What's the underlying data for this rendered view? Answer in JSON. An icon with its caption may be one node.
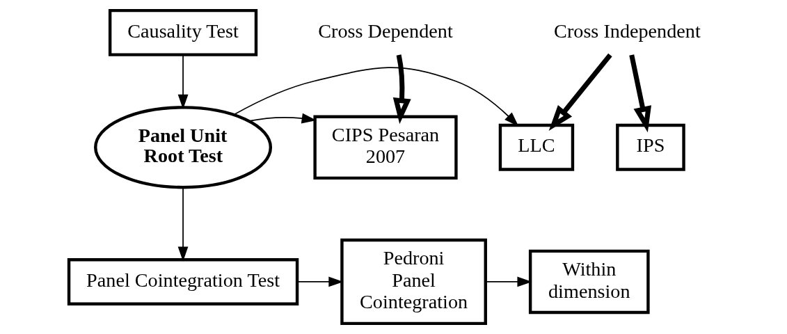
{
  "diagram": {
    "nodes": [
      {
        "text": [
          "Causality Test"
        ]
      },
      {
        "text": [
          "Cross Dependent"
        ]
      },
      {
        "text": [
          "CIPS Pesaran 2007"
        ]
      },
      {
        "text": [
          "Panel Unit Root Test"
        ]
      },
      {
        "text": [
          "Cross Independent"
        ]
      },
      {
        "text": [
          "LLC"
        ]
      },
      {
        "text": [
          "IPS"
        ]
      },
      {
        "text": [
          "Panel Cointegration Test"
        ]
      },
      {
        "text": [
          "Pedroni Panel Cointegration"
        ]
      },
      {
        "text": [
          "Within dimension"
        ]
      }
    ],
    "edges": [
      {
        "from": 0,
        "to": 3,
        "arrow": "to"
      },
      {
        "from": 1,
        "to": 2,
        "arrow": "to",
        "style": "thick"
      },
      {
        "from": 3,
        "to": 2,
        "arrow": "to"
      },
      {
        "from": 3,
        "to": 5,
        "arrow": "to"
      },
      {
        "from": 4,
        "to": 5,
        "arrow": "to",
        "style": "thick"
      },
      {
        "from": 4,
        "to": 6,
        "arrow": "to",
        "style": "thick"
      },
      {
        "from": 3,
        "to": 7,
        "arrow": "to"
      },
      {
        "from": 7,
        "to": 8,
        "arrow": "to"
      },
      {
        "from": 8,
        "to": 9,
        "arrow": "to"
      }
    ]
  }
}
